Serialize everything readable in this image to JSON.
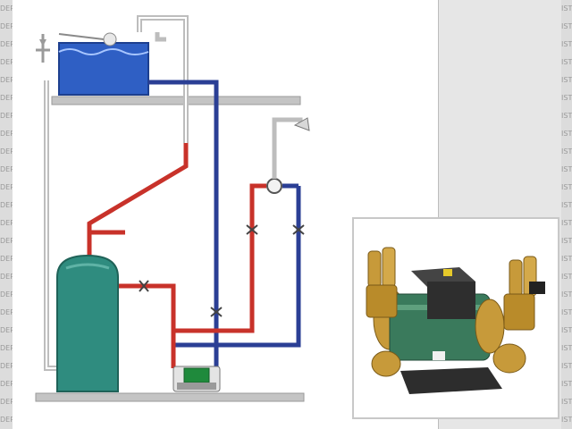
{
  "edge_text": {
    "left": "DER",
    "right": "IST"
  },
  "colors": {
    "hot_pipe": "#c8322a",
    "cold_pipe": "#2b3f95",
    "tank_water": "#2f5fc4",
    "cylinder": "#2f8c7f",
    "floor": "#b9b9b9",
    "vent_pipe": "#a9a9a9",
    "pump_body": "#3a7a5c",
    "brass": "#c79a3a"
  },
  "diagram": {
    "components": [
      "cold-water-tank",
      "hot-water-cylinder",
      "shower-pump",
      "shower-head",
      "mixer-valve",
      "isolating-valves",
      "float-valve"
    ]
  }
}
